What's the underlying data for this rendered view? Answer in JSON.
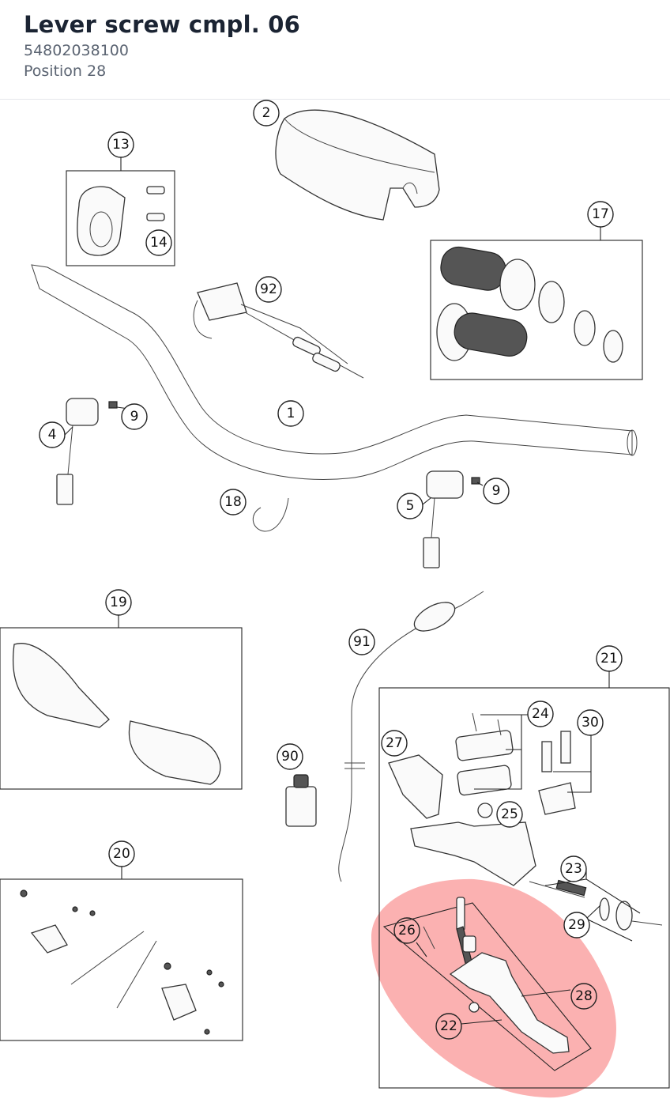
{
  "header": {
    "title": "Lever screw cmpl. 06",
    "part_number": "54802038100",
    "position": "Position 28"
  },
  "diagram": {
    "highlight_color": "#f87171",
    "highlighted_position": "28",
    "callouts": [
      "2",
      "13",
      "14",
      "17",
      "92",
      "1",
      "4",
      "9",
      "9",
      "5",
      "18",
      "19",
      "91",
      "21",
      "24",
      "30",
      "27",
      "90",
      "25",
      "23",
      "29",
      "20",
      "26",
      "28",
      "22"
    ]
  }
}
